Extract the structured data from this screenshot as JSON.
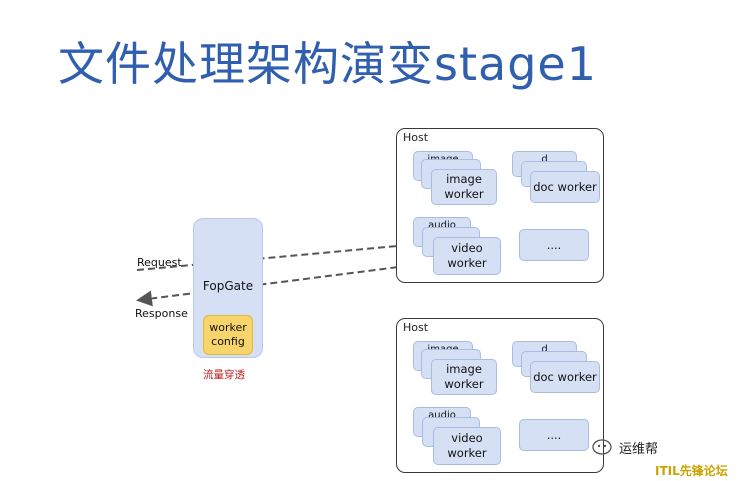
{
  "title": "文件处理架构演变stage1",
  "request_label": "Request",
  "response_label": "Response",
  "gateway": {
    "label": "FopGate",
    "config_label": "worker\nconfig",
    "caption": "流量穿透"
  },
  "host_top": {
    "label": "Host",
    "image_stub": "image",
    "image_worker": "image\nworker",
    "doc_stub": "d",
    "doc_worker": "doc worker",
    "audio_stub": "audio",
    "video_worker": "video\nworker",
    "ellipsis": "...."
  },
  "host_bottom": {
    "label": "Host",
    "image_stub": "image",
    "image_worker": "image\nworker",
    "doc_stub": "d",
    "doc_worker": "doc worker",
    "audio_stub": "audio",
    "video_worker": "video\nworker",
    "ellipsis": "...."
  },
  "watermark": {
    "line1": "运维帮",
    "line2": "ITIL先锋论坛"
  },
  "colors": {
    "title": "#2f5fae",
    "card": "#d5e0f5",
    "config": "#f8d56b",
    "caption": "#c21d1d"
  }
}
